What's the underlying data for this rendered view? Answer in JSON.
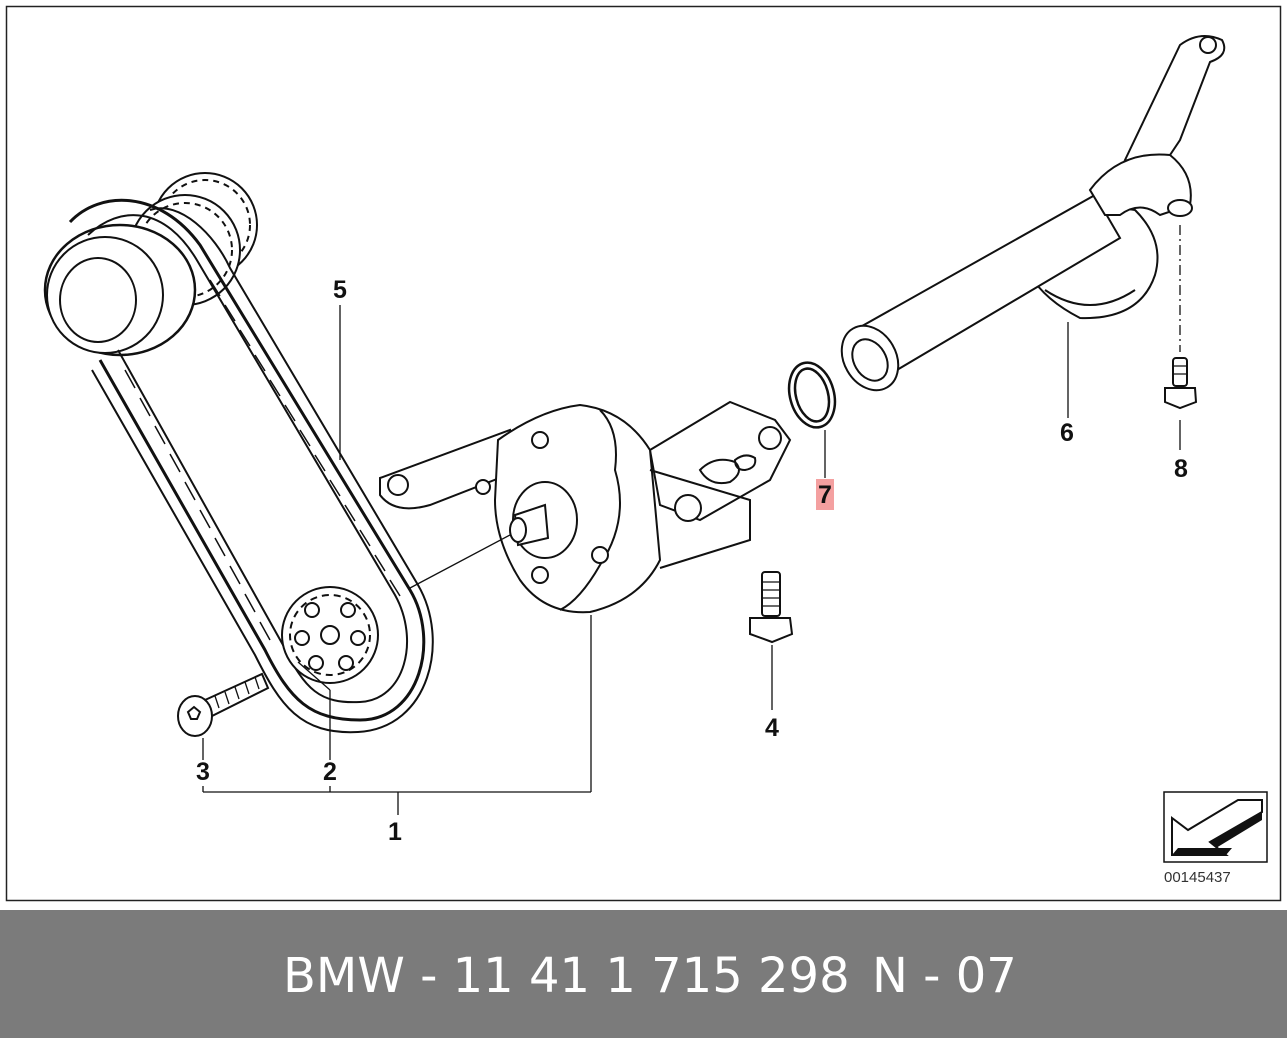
{
  "diagram": {
    "labels": {
      "l1": "1",
      "l2": "2",
      "l3": "3",
      "l4": "4",
      "l5": "5",
      "l6": "6",
      "l7": "7",
      "l8": "8"
    },
    "highlight_color": "#f4a0a0",
    "image_number": "00145437"
  },
  "caption": {
    "part_text": "BMW - 11 41 1 715 298",
    "code_text": "N - 07"
  }
}
